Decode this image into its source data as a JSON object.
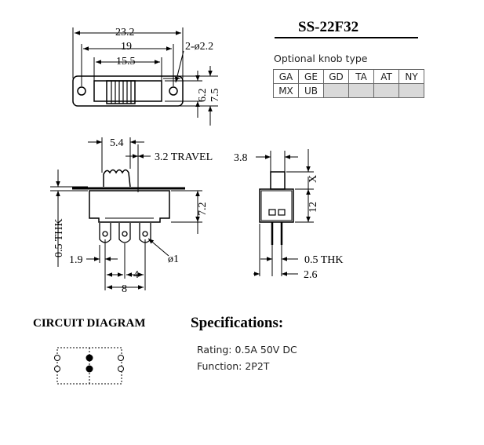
{
  "model": "SS-22F32",
  "knob": {
    "title": "Optional knob type",
    "rows": [
      [
        "GA",
        "GE",
        "GD",
        "TA",
        "AT",
        "NY"
      ],
      [
        "MX",
        "UB",
        "",
        "",
        "",
        ""
      ]
    ]
  },
  "dims": {
    "overall_length": "23.2",
    "hole_pitch": "19",
    "slot_length": "15.5",
    "hole_callout": "2-ø2.2",
    "height_inner": "6.2",
    "height_outer": "7.5",
    "knob_width": "5.4",
    "travel": "3.2  TRAVEL",
    "body_height": "7.2",
    "thickness_label": "0.5  THK",
    "pin_offset": "1.9",
    "pin_dia": "ø1",
    "pin_pitch": "4",
    "pin_span": "8",
    "side_knob_width": "3.8",
    "side_x": "X",
    "side_height": "12",
    "side_thk": "0.5  THK",
    "side_depth": "2.6"
  },
  "circuit": {
    "title": "CIRCUIT DIAGRAM"
  },
  "specs": {
    "title": "Specifications:",
    "rating": "Rating: 0.5A 50V DC",
    "function": "Function: 2P2T"
  }
}
